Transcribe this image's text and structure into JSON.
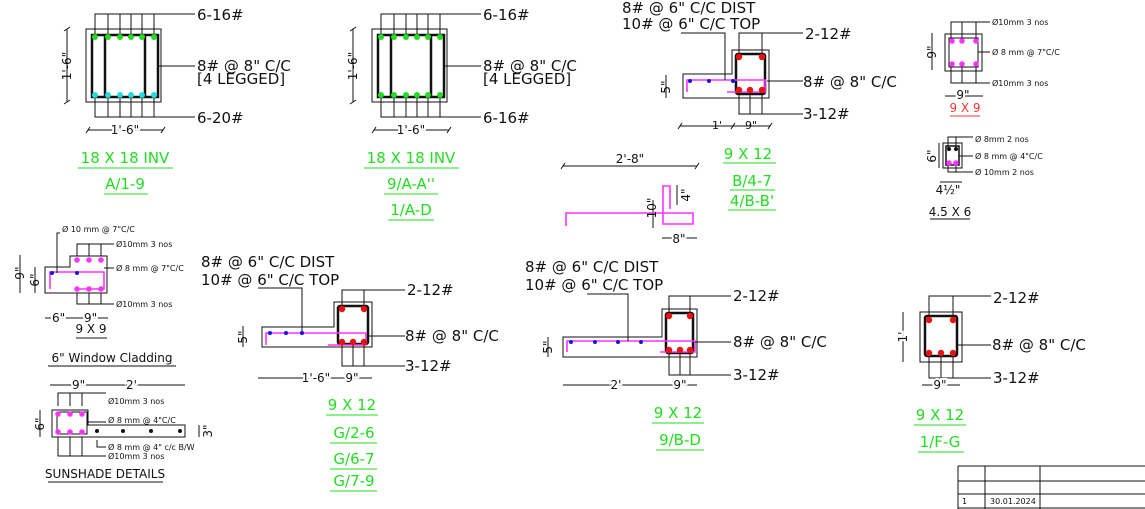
{
  "colors": {
    "green_label": "#22dd22",
    "red_bar": "#ee1111",
    "magenta_bar": "#ff33ff",
    "blue_bar": "#1111ee",
    "cyan_bar": "#22dddd"
  },
  "col1": {
    "top": "6-16#",
    "stirrup": "8# @ 8\" C/C",
    "legs": "[4 LEGGED]",
    "bottom": "6-20#",
    "dim_v": "1'-6\"",
    "dim_h": "1'-6\"",
    "size": "18 X 18 INV",
    "ref1": "A/1-9"
  },
  "col2": {
    "top": "6-16#",
    "stirrup": "8# @ 8\" C/C",
    "legs": "[4 LEGGED]",
    "bottom": "6-16#",
    "dim_v": "1'-6\"",
    "dim_h": "1'-6\"",
    "size": "18 X 18 INV",
    "ref1": "9/A-A''",
    "ref2": "1/A-D"
  },
  "beam1": {
    "dist": "8# @ 6\" C/C DIST",
    "top_bar": "10# @ 6\" C/C TOP",
    "top": "2-12#",
    "stirrup": "8# @ 8\" C/C",
    "bottom": "3-12#",
    "dim_slab": "1'",
    "dim_beam": "9\"",
    "dim_v": "5\"",
    "size": "9 X 12",
    "ref1": "B/4-7",
    "ref2": "4/B-B'"
  },
  "hook": {
    "length": "2'-8\"",
    "height": "10\"",
    "up": "4\"",
    "width": "8\""
  },
  "col9x9": {
    "top": "Ø10mm 3 nos",
    "stirrup": "Ø 8 mm @ 7\"C/C",
    "bottom": "Ø10mm 3 nos",
    "dim_v": "9\"",
    "dim_h": "9\"",
    "size": "9 X 9"
  },
  "col45x6": {
    "top": "Ø 8mm 2 nos",
    "stirrup": "Ø 8 mm @ 4\"C/C",
    "bottom": "Ø 10mm 2 nos",
    "dim_v": "6\"",
    "dim_h": "4½\"",
    "size": "4.5 X 6"
  },
  "cladding": {
    "slab": "Ø 10 mm @ 7\"C/C",
    "top": "Ø10mm 3 nos",
    "stirrup": "Ø 8 mm @ 7\"C/C",
    "bottom": "Ø10mm 3 nos",
    "dim_v1": "9\"",
    "dim_v2": "6\"",
    "dim_h1": "6\"",
    "dim_h2": "9\"",
    "size": "9 X 9",
    "title": "6\" Window Cladding"
  },
  "sunshade": {
    "dim_h1": "9\"",
    "dim_h2": "2'",
    "top": "Ø10mm 3 nos",
    "stirrup": "Ø 8 mm @ 4\"C/C",
    "slab": "Ø 8 mm @ 4\" c/c B/W",
    "bottom": "Ø10mm 3 nos",
    "dim_v": "6\"",
    "dim_slab": "3\"",
    "title": "SUNSHADE DETAILS"
  },
  "beam2": {
    "dist": "8# @ 6\" C/C DIST",
    "top_bar": "10# @ 6\" C/C TOP",
    "top": "2-12#",
    "stirrup": "8# @ 8\" C/C",
    "bottom": "3-12#",
    "dim_slab": "1'-6\"",
    "dim_beam": "9\"",
    "dim_v": "5\"",
    "size": "9 X 12",
    "ref1": "G/2-6",
    "ref2": "G/6-7",
    "ref3": "G/7-9"
  },
  "beam3": {
    "dist": "8# @ 6\" C/C DIST",
    "top_bar": "10# @ 6\" C/C TOP",
    "top": "2-12#",
    "stirrup": "8# @ 8\" C/C",
    "bottom": "3-12#",
    "dim_slab": "2'",
    "dim_beam": "9\"",
    "dim_v": "5\"",
    "size": "9 X 12",
    "ref1": "9/B-D"
  },
  "beam4": {
    "top": "2-12#",
    "stirrup": "8# @ 8\" C/C",
    "bottom": "3-12#",
    "dim_v": "1'",
    "dim_h": "9\"",
    "size": "9 X 12",
    "ref1": "1/F-G"
  },
  "title_block": {
    "rev": "1",
    "date": "30.01.2024"
  }
}
